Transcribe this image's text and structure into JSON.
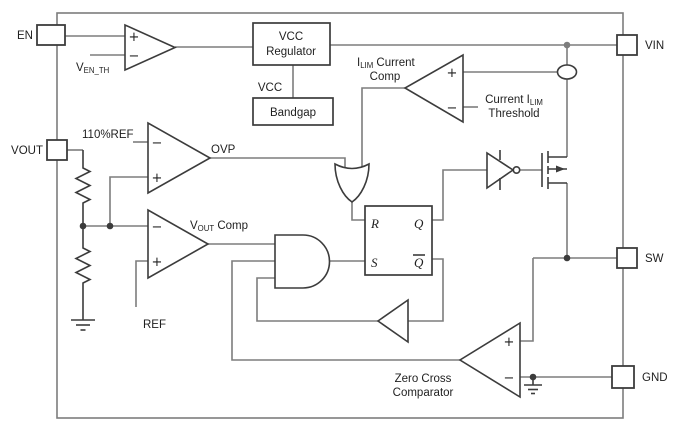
{
  "colors": {
    "background": "#ffffff",
    "wire": "#7d7d7d",
    "symbol": "#3c3c3c",
    "text": "#1f1f1f"
  },
  "pins": {
    "en": "EN",
    "vout": "VOUT",
    "vin": "VIN",
    "sw": "SW",
    "gnd": "GND"
  },
  "blocks": {
    "vcc_regulator_line1": "VCC",
    "vcc_regulator_line2": "Regulator",
    "bandgap": "Bandgap"
  },
  "labels": {
    "ven_main": "V",
    "ven_sub": "EN_TH",
    "vcc_node": "VCC",
    "ilim_comp_main": "I",
    "ilim_comp_sub": "LIM",
    "ilim_comp_rest": " Current",
    "ilim_comp_line2": "Comp",
    "ilim_th_main": "Current I",
    "ilim_th_sub": "LIM",
    "ilim_th_line2": "Threshold",
    "ovp_ref": "110%REF",
    "ovp": "OVP",
    "vout_comp_main": "V",
    "vout_comp_sub": "OUT",
    "vout_comp_rest": " Comp",
    "ref": "REF",
    "zero_cross_line1": "Zero Cross",
    "zero_cross_line2": "Comparator"
  },
  "latch": {
    "r": "R",
    "s": "S",
    "q": "Q",
    "q_bar": "Q"
  },
  "signs": {
    "plus": "+",
    "minus": "−"
  }
}
